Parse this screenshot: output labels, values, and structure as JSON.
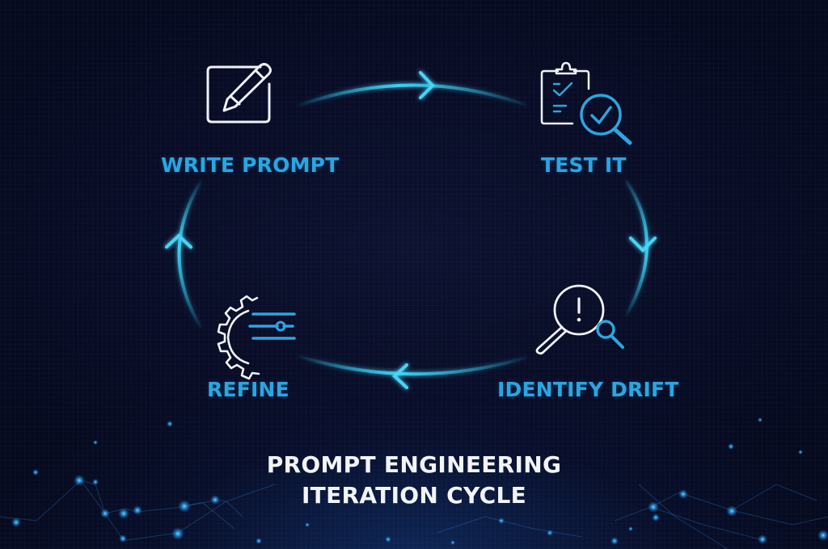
{
  "diagram": {
    "title_line1": "PROMPT ENGINEERING",
    "title_line2": "ITERATION CYCLE",
    "steps": [
      {
        "label": "WRITE PROMPT",
        "icon": "pencil-square-icon"
      },
      {
        "label": "TEST IT",
        "icon": "clipboard-magnifier-check-icon"
      },
      {
        "label": "IDENTIFY DRIFT",
        "icon": "magnifier-exclamation-icon"
      },
      {
        "label": "REFINE",
        "icon": "gear-sliders-icon"
      }
    ],
    "flow": [
      "WRITE PROMPT",
      "TEST IT",
      "IDENTIFY DRIFT",
      "REFINE",
      "WRITE PROMPT"
    ],
    "colors": {
      "background": "#080c26",
      "accent": "#2aa6e2",
      "arc": "#33c6ee",
      "icon_stroke": "#f0f2f6",
      "title": "#f2f4f8"
    }
  }
}
